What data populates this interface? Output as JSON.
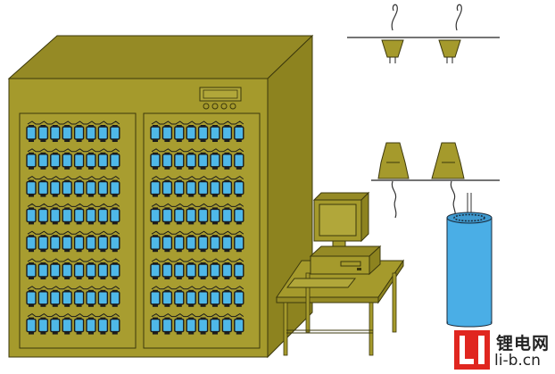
{
  "colors": {
    "cabinet_front": "#a59a2c",
    "cabinet_top": "#958a25",
    "cabinet_side": "#8d831f",
    "door_panel": "#a89d30",
    "cell_blue": "#4fb8e8",
    "cell_dark": "#1c1c1c",
    "table": "#a59a2c",
    "computer": "#a59a2c",
    "battery_blue": "#4aaee6",
    "logo_red": "#e0261f"
  },
  "logo": {
    "mark": "LI",
    "name_cn": "锂电网",
    "domain": "li-b.cn"
  },
  "rack": {
    "rows": 8,
    "cells_per_row_per_door": 8
  }
}
